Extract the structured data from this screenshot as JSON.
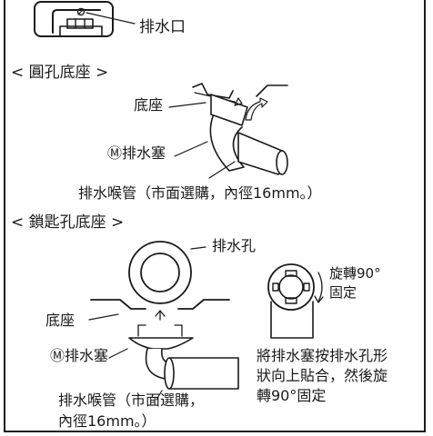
{
  "labels": {
    "drain_outlet": "排水口",
    "section1_title": "< 圓孔底座 >",
    "base1": "底座",
    "plug1": "Ⓜ排水塞",
    "hose1": "排水喉管（市面選購，內徑16mm。）",
    "section2_title": "< 鎖匙孔底座 >",
    "drain_hole": "排水孔",
    "rotate_line1": "旋轉90°",
    "rotate_line2": "固定",
    "base2": "底座",
    "plug2": "Ⓜ排水塞",
    "hose2_line1": "排水喉管（市面選購，",
    "hose2_line2": "內徑16mm。）",
    "instr_line1": "將排水塞按排水孔形",
    "instr_line2": "狀向上貼合，然後旋",
    "instr_line3": "轉90°固定"
  }
}
